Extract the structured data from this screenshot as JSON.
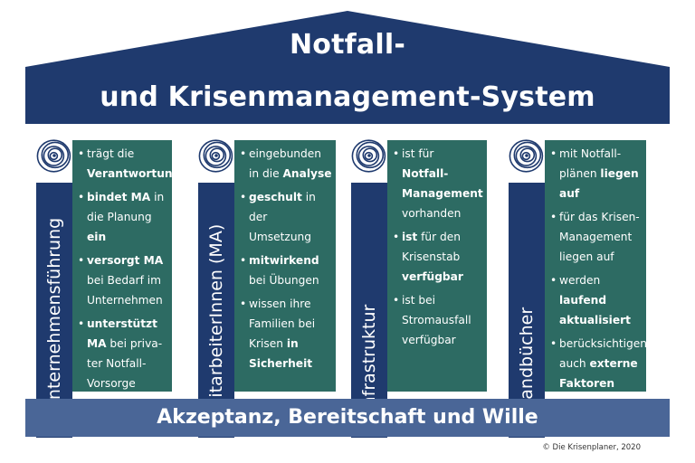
{
  "title": {
    "line1": "Notfall-",
    "line2": "und Krisenmanagement-System"
  },
  "colors": {
    "roof": "#1f3a6e",
    "pillar_label_bar": "#1f3a6e",
    "pillar_content": "#2d6b63",
    "base": "#4a6697",
    "spiral": "#1f3a6e"
  },
  "pillars": [
    {
      "label": "Unternehmensführung",
      "icon": "spiral-icon",
      "bullets": [
        [
          {
            "t": "trägt die "
          },
          {
            "t": "Verantwortung",
            "b": true
          }
        ],
        [
          {
            "t": "bindet MA",
            "b": true
          },
          {
            "t": " in die Planung "
          },
          {
            "t": "ein",
            "b": true
          }
        ],
        [
          {
            "t": "versorgt MA",
            "b": true
          },
          {
            "t": " bei Bedarf im Unternehmen"
          }
        ],
        [
          {
            "t": "unterstützt MA",
            "b": true
          },
          {
            "t": " bei priva-ter Notfall-Vorsorge"
          }
        ]
      ]
    },
    {
      "label": "MitarbeiterInnen (MA)",
      "icon": "spiral-icon",
      "bullets": [
        [
          {
            "t": "eingebunden in die "
          },
          {
            "t": "Analyse",
            "b": true
          }
        ],
        [
          {
            "t": "geschult",
            "b": true
          },
          {
            "t": " in der Umsetzung"
          }
        ],
        [
          {
            "t": "mitwirkend",
            "b": true
          },
          {
            "t": " bei Übungen"
          }
        ],
        [
          {
            "t": "wissen ihre Familien bei Krisen "
          },
          {
            "t": "in Sicherheit",
            "b": true
          }
        ]
      ]
    },
    {
      "label": "Infrastruktur",
      "icon": "spiral-icon",
      "bullets": [
        [
          {
            "t": "ist für "
          },
          {
            "t": "Notfall-Management",
            "b": true
          },
          {
            "t": " vorhanden"
          }
        ],
        [
          {
            "t": "ist",
            "b": true
          },
          {
            "t": " für den Krisenstab "
          },
          {
            "t": "verfügbar",
            "b": true
          }
        ],
        [
          {
            "t": "ist bei Stromausfall verfügbar"
          }
        ]
      ]
    },
    {
      "label": "Handbücher",
      "icon": "spiral-icon",
      "bullets": [
        [
          {
            "t": "mit Notfall-plänen "
          },
          {
            "t": "liegen auf",
            "b": true
          }
        ],
        [
          {
            "t": "für das Krisen-Management liegen auf"
          }
        ],
        [
          {
            "t": "werden "
          },
          {
            "t": "laufend aktualisiert",
            "b": true
          }
        ],
        [
          {
            "t": "berücksichtigen auch "
          },
          {
            "t": "externe Faktoren",
            "b": true
          }
        ]
      ]
    }
  ],
  "base": {
    "text": "Akzeptanz, Bereitschaft und Wille"
  },
  "copyright": "© Die Krisenplaner, 2020"
}
